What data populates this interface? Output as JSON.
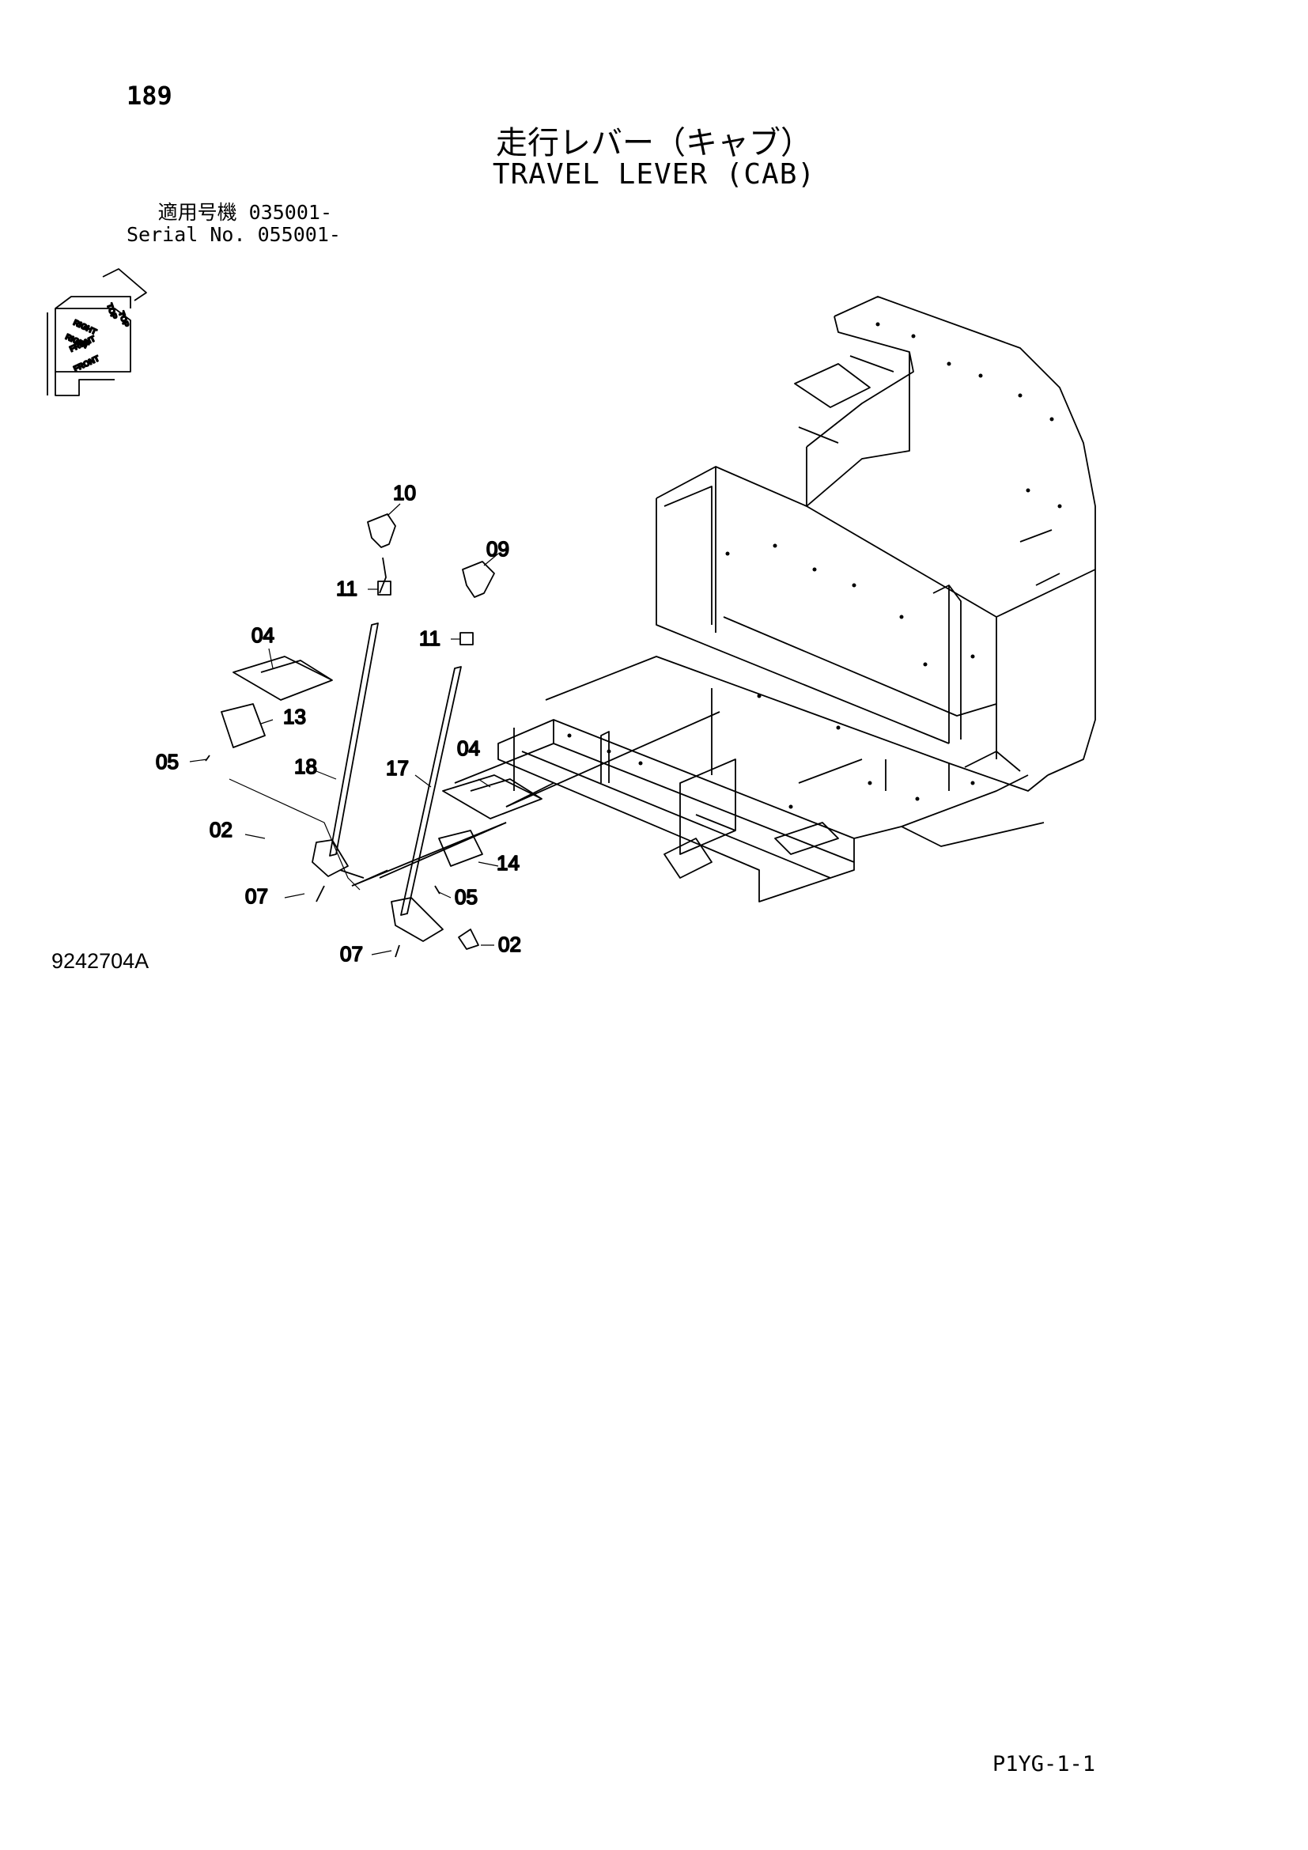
{
  "page": {
    "number": "189",
    "title_jp": "走行レバー（キャブ）",
    "title_en": "TRAVEL LEVER (CAB)",
    "serial": [
      {
        "label": "適用号機",
        "value": "035001-"
      },
      {
        "label": "Serial No.",
        "value": "055001-"
      }
    ],
    "drawing_code": "9242704A",
    "footer_code": "P1YG-1-1"
  },
  "orientation": {
    "labels": [
      "TOP",
      "RIGHT",
      "FRONT",
      "FRONT",
      "RIGHT",
      "TOP"
    ]
  },
  "callouts": [
    "10",
    "09",
    "11",
    "11",
    "04",
    "13",
    "05",
    "18",
    "17",
    "04",
    "02",
    "14",
    "07",
    "05",
    "07",
    "02"
  ]
}
